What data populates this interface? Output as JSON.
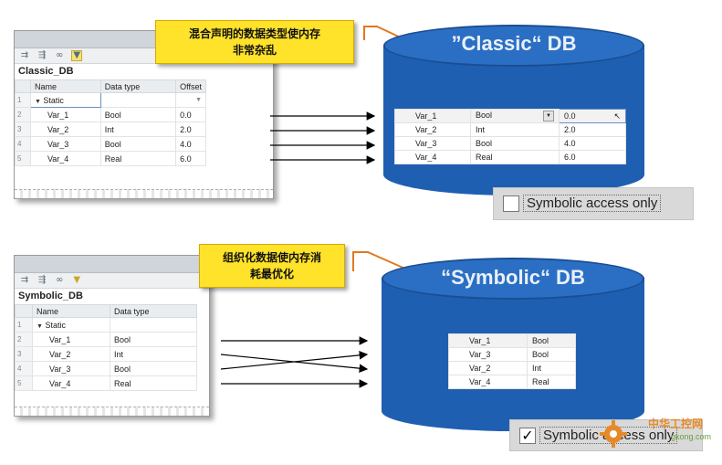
{
  "classic": {
    "db_name": "Classic_DB",
    "headers": [
      "Name",
      "Data type",
      "Offset"
    ],
    "rows": [
      {
        "n": "1",
        "name": "Static",
        "type": "",
        "offset": ""
      },
      {
        "n": "2",
        "name": "Var_1",
        "type": "Bool",
        "offset": "0.0"
      },
      {
        "n": "3",
        "name": "Var_2",
        "type": "Int",
        "offset": "2.0"
      },
      {
        "n": "4",
        "name": "Var_3",
        "type": "Bool",
        "offset": "4.0"
      },
      {
        "n": "5",
        "name": "Var_4",
        "type": "Real",
        "offset": "6.0"
      }
    ],
    "callout_line1": "混合声明的数据类型使内存",
    "callout_line2": "非常杂乱",
    "cylinder_title": "”Classic“ DB",
    "db_rows": [
      {
        "name": "Var_1",
        "type": "Bool",
        "offset": "0.0"
      },
      {
        "name": "Var_2",
        "type": "Int",
        "offset": "2.0"
      },
      {
        "name": "Var_3",
        "type": "Bool",
        "offset": "4.0"
      },
      {
        "name": "Var_4",
        "type": "Real",
        "offset": "6.0"
      }
    ],
    "checkbox_label": "Symbolic access only",
    "checkbox_checked": false
  },
  "symbolic": {
    "db_name": "Symbolic_DB",
    "headers": [
      "Name",
      "Data type"
    ],
    "rows": [
      {
        "n": "1",
        "name": "Static",
        "type": ""
      },
      {
        "n": "2",
        "name": "Var_1",
        "type": "Bool"
      },
      {
        "n": "3",
        "name": "Var_2",
        "type": "Int"
      },
      {
        "n": "4",
        "name": "Var_3",
        "type": "Bool"
      },
      {
        "n": "5",
        "name": "Var_4",
        "type": "Real"
      }
    ],
    "callout_line1": "组织化数据使内存消",
    "callout_line2": "耗最优化",
    "cylinder_title": "“Symbolic“ DB",
    "db_rows": [
      {
        "name": "Var_1",
        "type": "Bool"
      },
      {
        "name": "Var_3",
        "type": "Bool"
      },
      {
        "name": "Var_2",
        "type": "Int"
      },
      {
        "name": "Var_4",
        "type": "Real"
      }
    ],
    "checkbox_label": "Symbolic access only",
    "checkbox_checked": true
  },
  "watermark": {
    "line1": "中华工控网",
    "line2": "gkong.com"
  },
  "colors": {
    "cylinder": "#1f5fb2",
    "callout": "#ffe22a",
    "leader": "#e07820"
  }
}
